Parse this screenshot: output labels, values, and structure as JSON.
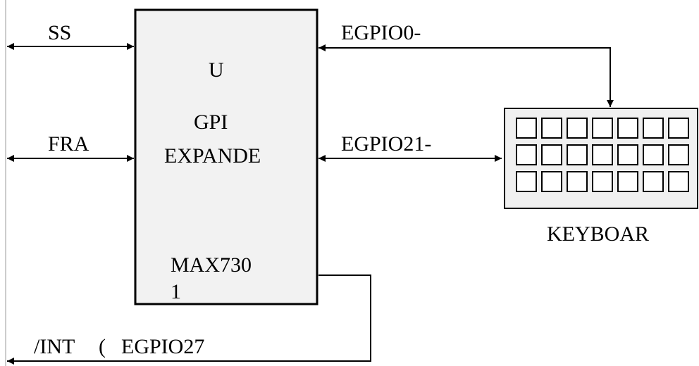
{
  "diagram": {
    "left_signals": {
      "ss": "SS",
      "fra": "FRA"
    },
    "chip": {
      "ref": "U",
      "line1": "GPI",
      "line2": "EXPANDE",
      "part_line1": "MAX730",
      "part_line2": "1"
    },
    "right_signals": {
      "egpio0": "EGPIO0-",
      "egpio21": "EGPIO21-"
    },
    "keyboard": {
      "label": "KEYBOAR",
      "rows": 3,
      "cols": 7
    },
    "interrupt": {
      "prefix": "/INT",
      "paren": "(",
      "signal": "EGPIO27"
    },
    "colors": {
      "line": "#000000",
      "chip_fill": "#f2f2f2",
      "keyboard_fill": "#f0f0f0",
      "background": "#ffffff"
    }
  }
}
